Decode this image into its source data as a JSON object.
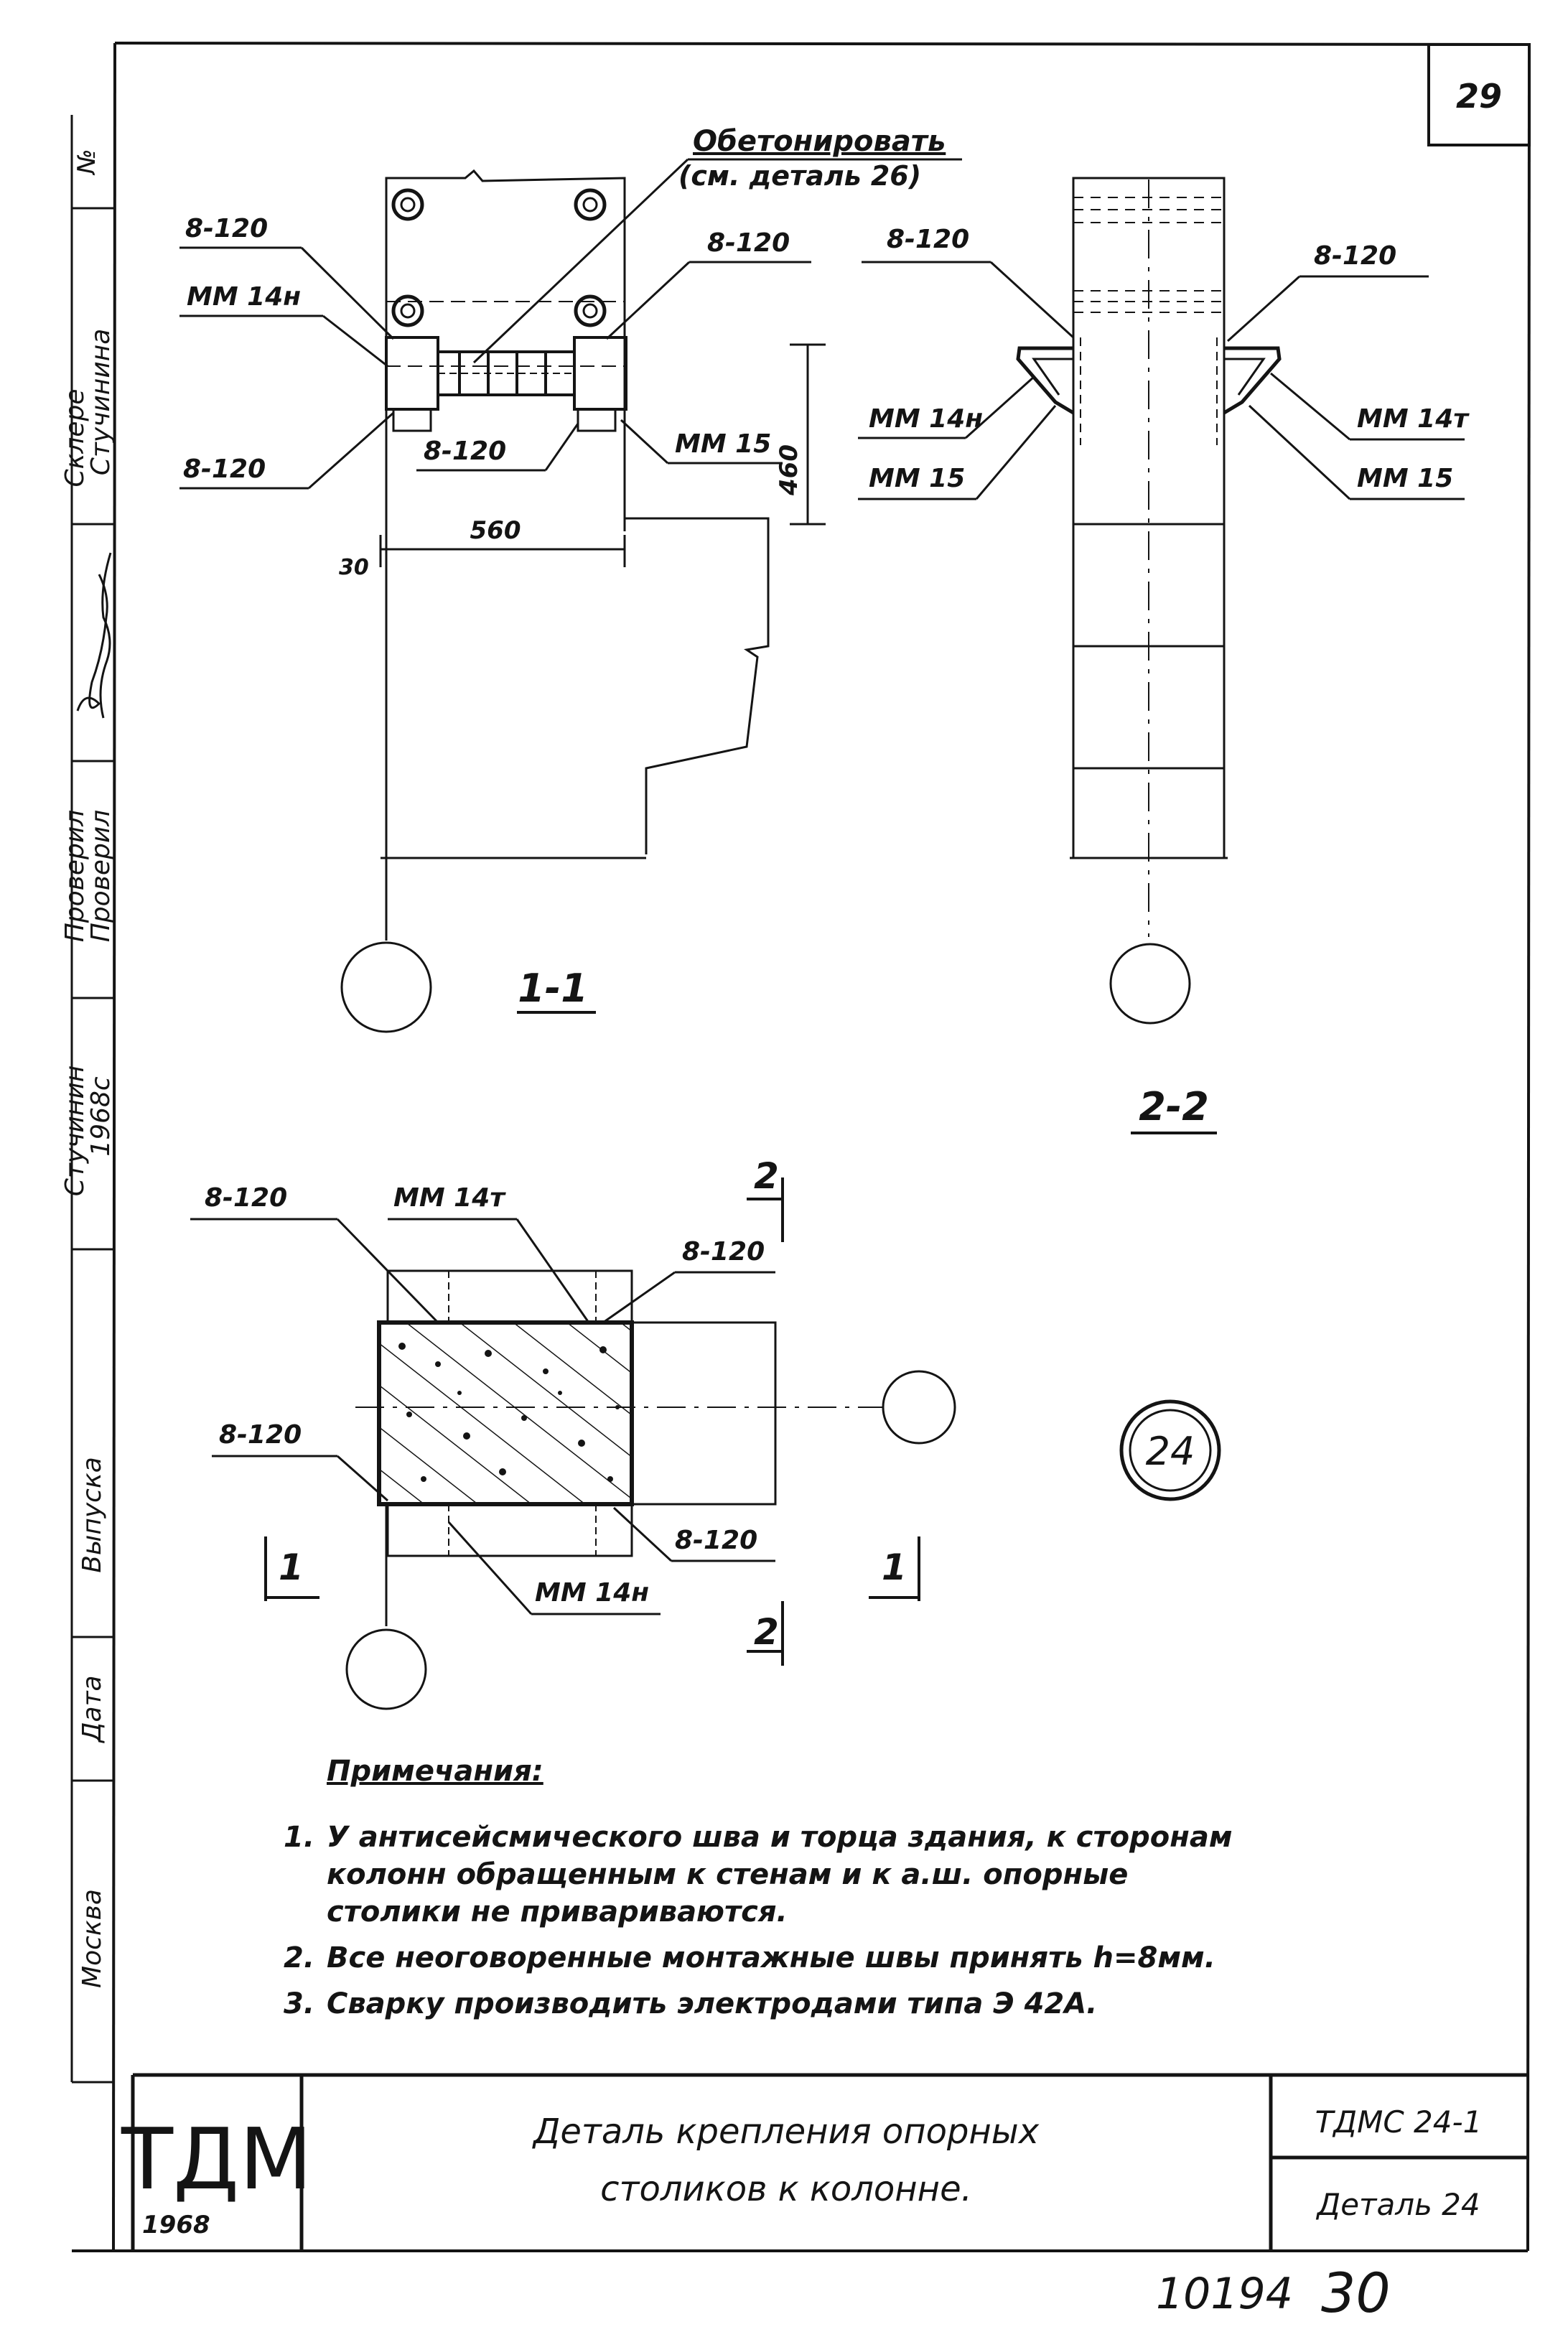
{
  "sheet": {
    "page_number": "29",
    "footer_numbers": [
      "10194",
      "30"
    ]
  },
  "side_stamp": {
    "labels": [
      "№",
      "Склере",
      "Стучинина",
      "Проверил",
      "Проверил",
      "Стучинин",
      "1968с",
      "Выпуска",
      "Дата",
      "Москва"
    ]
  },
  "views": {
    "section_1_1": {
      "label": "1-1"
    },
    "section_2_2": {
      "label": "2-2"
    },
    "detail_badge": "24"
  },
  "annotations": {
    "concrete_note_line1": "Обетонировать",
    "concrete_note_line2": "(см. деталь 26)",
    "weld": "8-120",
    "mm14n": "ММ 14н",
    "mm14t": "ММ 14т",
    "mm15": "ММ 15",
    "dim_560": "560",
    "dim_30": "30",
    "dim_460": "460",
    "cut_1": "1",
    "cut_2": "2"
  },
  "notes": {
    "heading": "Примечания:",
    "items": [
      {
        "num": "1.",
        "lines": [
          "У антисейсмического шва и торца  здания, к сторонам",
          "колонн обращенным  к стенам  и к а.ш. опорные",
          "столики  не привариваются."
        ]
      },
      {
        "num": "2.",
        "lines": [
          "Все неоговоренные монтажные швы принять h=8мм."
        ]
      },
      {
        "num": "3.",
        "lines": [
          "Сварку производить электродами типа Э 42А."
        ]
      }
    ]
  },
  "title_block": {
    "logo": "ТДМ",
    "year": "1968",
    "title_line1": "Деталь крепления опорных",
    "title_line2": "столиков к колонне.",
    "code": "ТДМС 24-1",
    "detail": "Деталь 24"
  }
}
